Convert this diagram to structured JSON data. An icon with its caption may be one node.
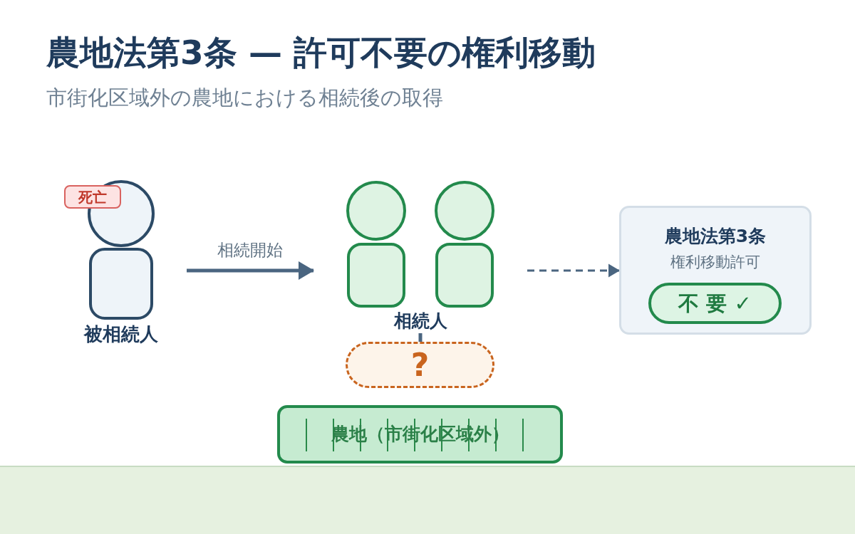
{
  "diagram": {
    "title": "農地法第3条 — 許可不要の権利移動",
    "nodes": [
      {
        "text": [
          "被相続人"
        ]
      },
      {
        "text": [
          "死亡"
        ]
      },
      {
        "text": [
          "相続人"
        ]
      },
      {
        "text": [
          "?"
        ]
      },
      {
        "text": [
          "農地（市街化区域外）"
        ]
      },
      {
        "text": [
          "農地法第3条",
          "権利移動許可"
        ]
      },
      {
        "text": [
          "不 要 ✓"
        ],
        "in": 5
      }
    ],
    "edges": [
      {
        "from": 0,
        "to": 2,
        "arrow": "to",
        "label": "相続開始"
      },
      {
        "from": 2,
        "to": 5,
        "arrow": "to",
        "style": "dashed"
      },
      {
        "from": 2,
        "to": 3,
        "arrow": "none"
      }
    ],
    "labels": [
      "市街化区域外の農地における相続後の取得"
    ]
  }
}
